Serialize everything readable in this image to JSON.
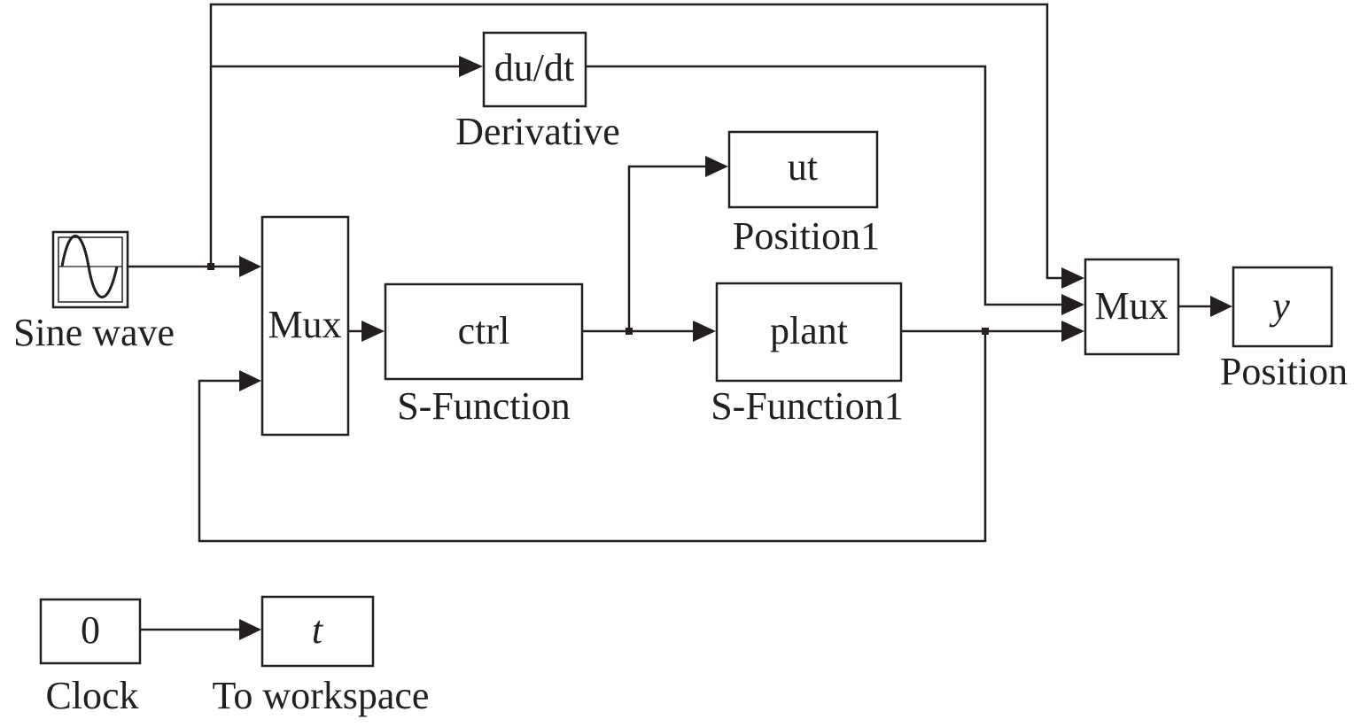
{
  "blocks": {
    "sine_wave": {
      "label": "Sine wave"
    },
    "mux_left": {
      "text": "Mux"
    },
    "derivative": {
      "text": "du/dt",
      "label": "Derivative"
    },
    "ctrl": {
      "text": "ctrl",
      "label": "S-Function"
    },
    "ut": {
      "text": "ut",
      "label": "Position1"
    },
    "plant": {
      "text": "plant",
      "label": "S-Function1"
    },
    "mux_right": {
      "text": "Mux"
    },
    "y": {
      "text": "y",
      "label": "Position"
    },
    "clock": {
      "text": "0",
      "label": "Clock"
    },
    "to_workspace": {
      "text": "t",
      "label": "To workspace"
    }
  },
  "colors": {
    "ink": "#231f20",
    "background": "#ffffff"
  }
}
